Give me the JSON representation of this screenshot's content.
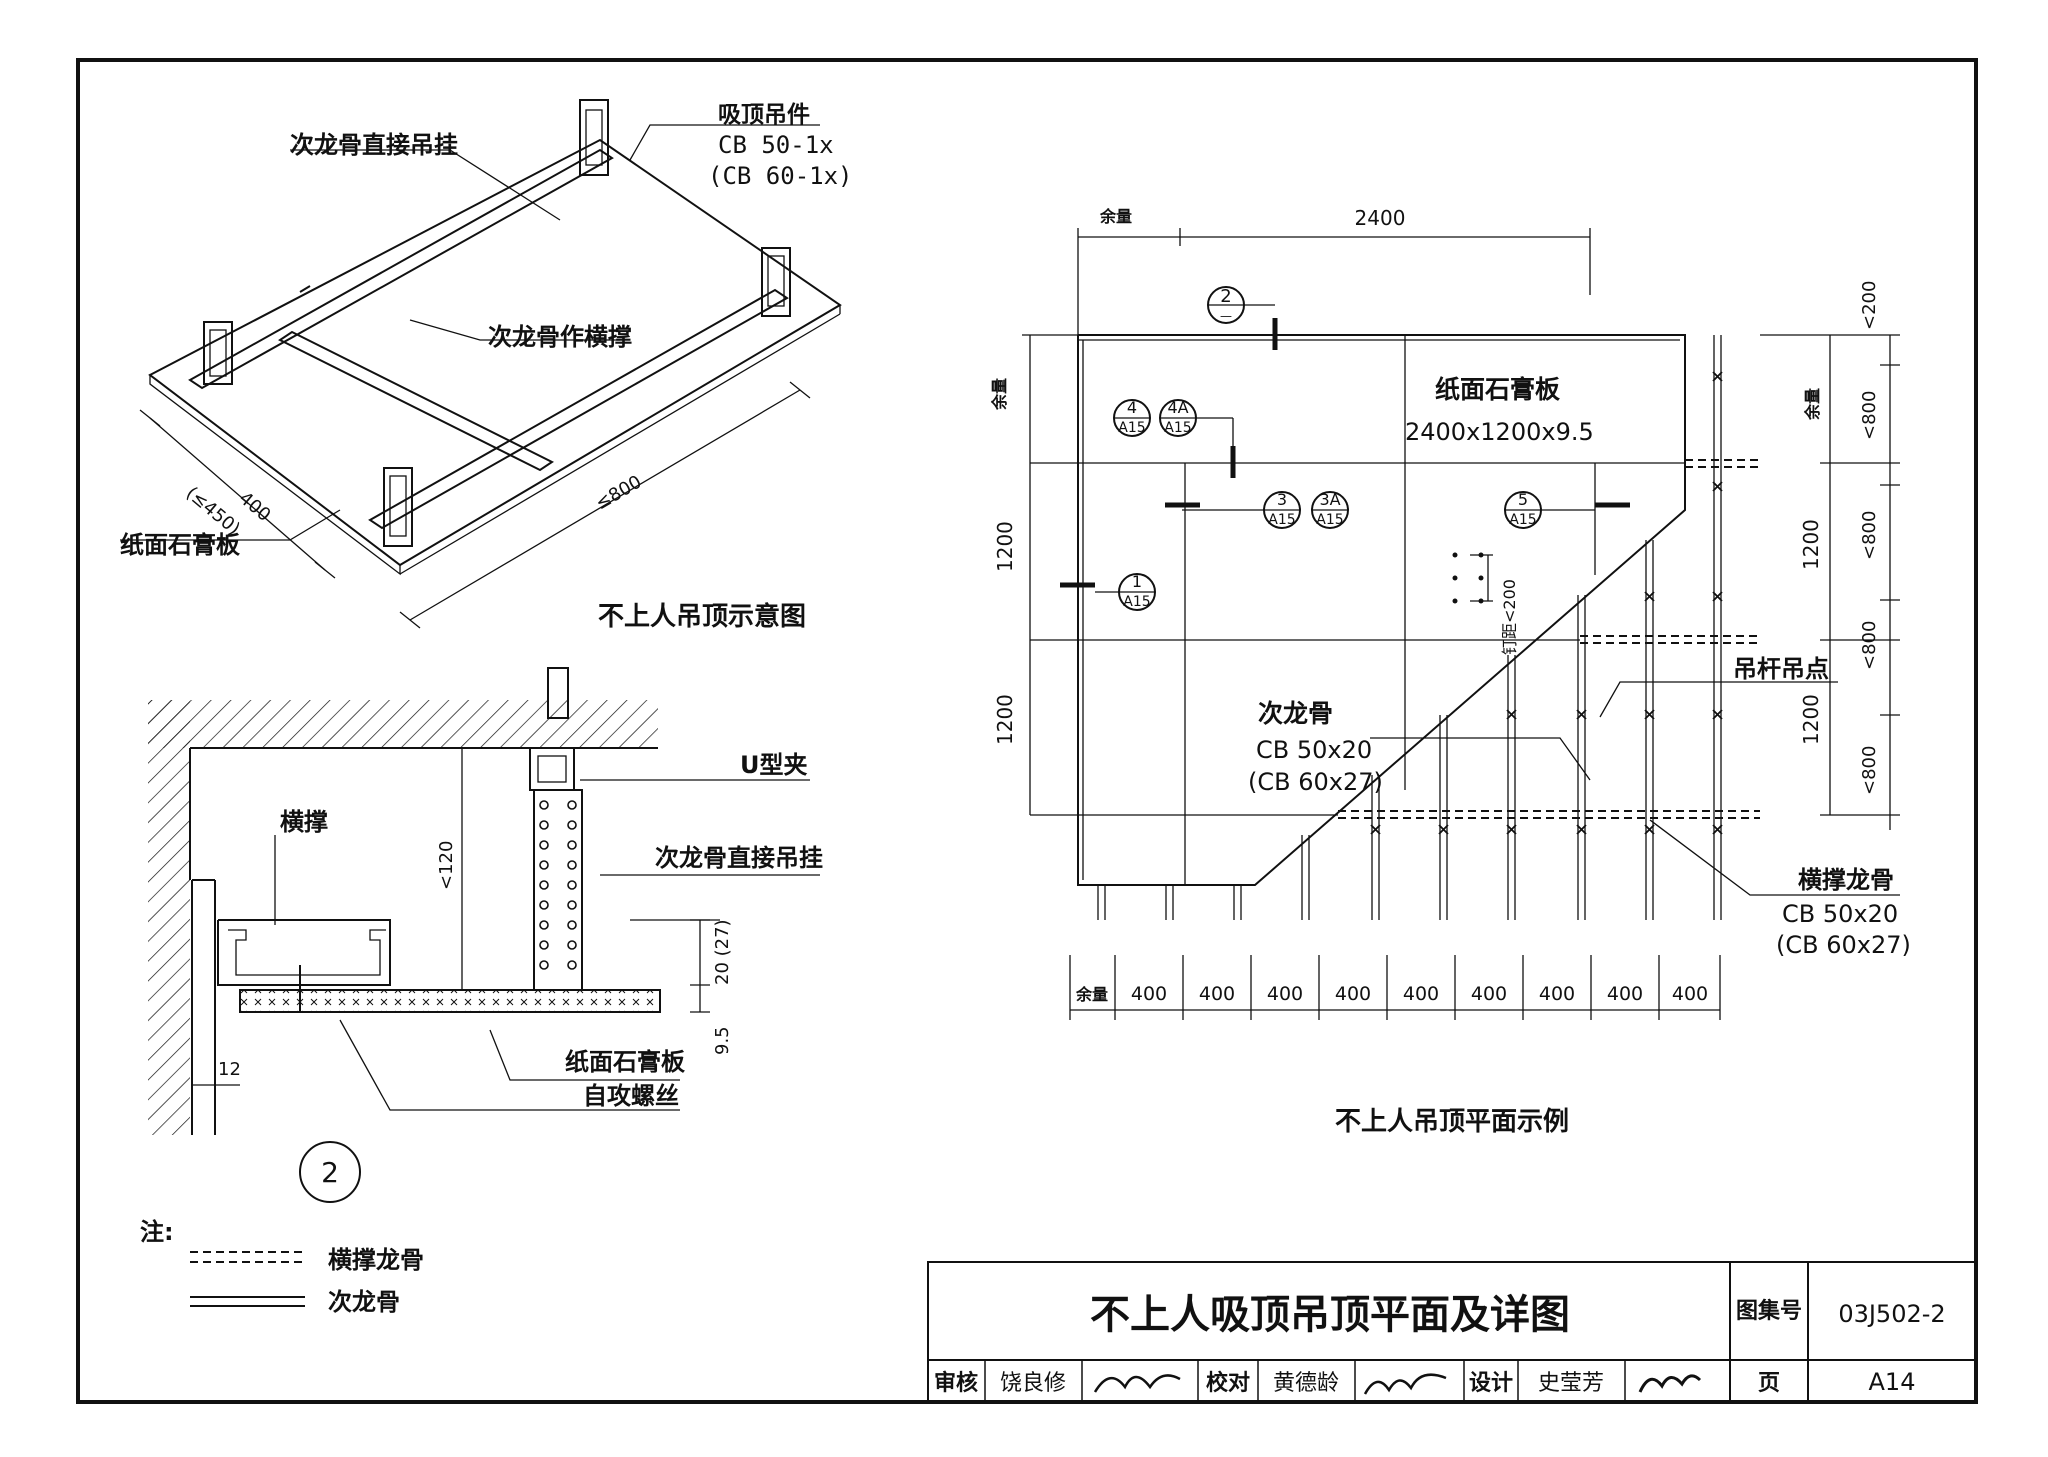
{
  "iso": {
    "label_secondary_direct": "次龙骨直接吊挂",
    "label_hanger": "吸顶吊件",
    "hanger_spec_1": "CB 50-1x",
    "hanger_spec_2": "(CB 60-1x)",
    "label_cross_brace": "次龙骨作横撑",
    "dim_400": "400",
    "dim_450": "(≤450)",
    "dim_800": "≤800",
    "label_board": "纸面石膏板",
    "caption": "不上人吊顶示意图"
  },
  "detail": {
    "label_cross": "横撑",
    "label_uclip": "U型夹",
    "label_direct": "次龙骨直接吊挂",
    "dim_120": "<120",
    "dim_20": "20 (27)",
    "dim_95": "9.5",
    "dim_12": "12",
    "label_board": "纸面石膏板",
    "label_screw": "自攻螺丝",
    "number": "2"
  },
  "notes": {
    "title": "注:",
    "legend_dash": "横撑龙骨",
    "legend_double": "次龙骨"
  },
  "plan": {
    "top_margin": "余量",
    "top_2400": "2400",
    "callout_2_top": "2",
    "callout_2_bottom": "—",
    "callout_4": "4",
    "callout_4a": "4A",
    "callout_3": "3",
    "callout_3a": "3A",
    "callout_5": "5",
    "callout_1": "1",
    "callout_ref": "A15",
    "board_label": "纸面石膏板",
    "board_size": "2400x1200x9.5",
    "left_margin": "余量",
    "left_1200_a": "1200",
    "left_1200_b": "1200",
    "screw_spacing": "钉距<200",
    "sec_label": "次龙骨",
    "sec_spec_1": "CB 50x20",
    "sec_spec_2": "(CB 60x27)",
    "hanger_point": "吊杆吊点",
    "cross_label": "横撑龙骨",
    "cross_spec_1": "CB 50x20",
    "cross_spec_2": "(CB 60x27)",
    "right_200": "<200",
    "right_margin": "余量",
    "right_800_a": "<800",
    "right_800_b": "<800",
    "right_800_c": "<800",
    "right_800_d": "<800",
    "right_1200_a": "1200",
    "right_1200_b": "1200",
    "bottom_margin": "余量",
    "bottom_dims": [
      "400",
      "400",
      "400",
      "400",
      "400",
      "400",
      "400",
      "400",
      "400"
    ],
    "caption": "不上人吊顶平面示例"
  },
  "title_block": {
    "title": "不上人吸顶吊顶平面及详图",
    "atlas_label": "图集号",
    "atlas_no": "03J502-2",
    "review_label": "审核",
    "reviewer": "饶良修",
    "check_label": "校对",
    "checker": "黄德龄",
    "design_label": "设计",
    "designer": "史莹芳",
    "page_label": "页",
    "page_no": "A14"
  }
}
